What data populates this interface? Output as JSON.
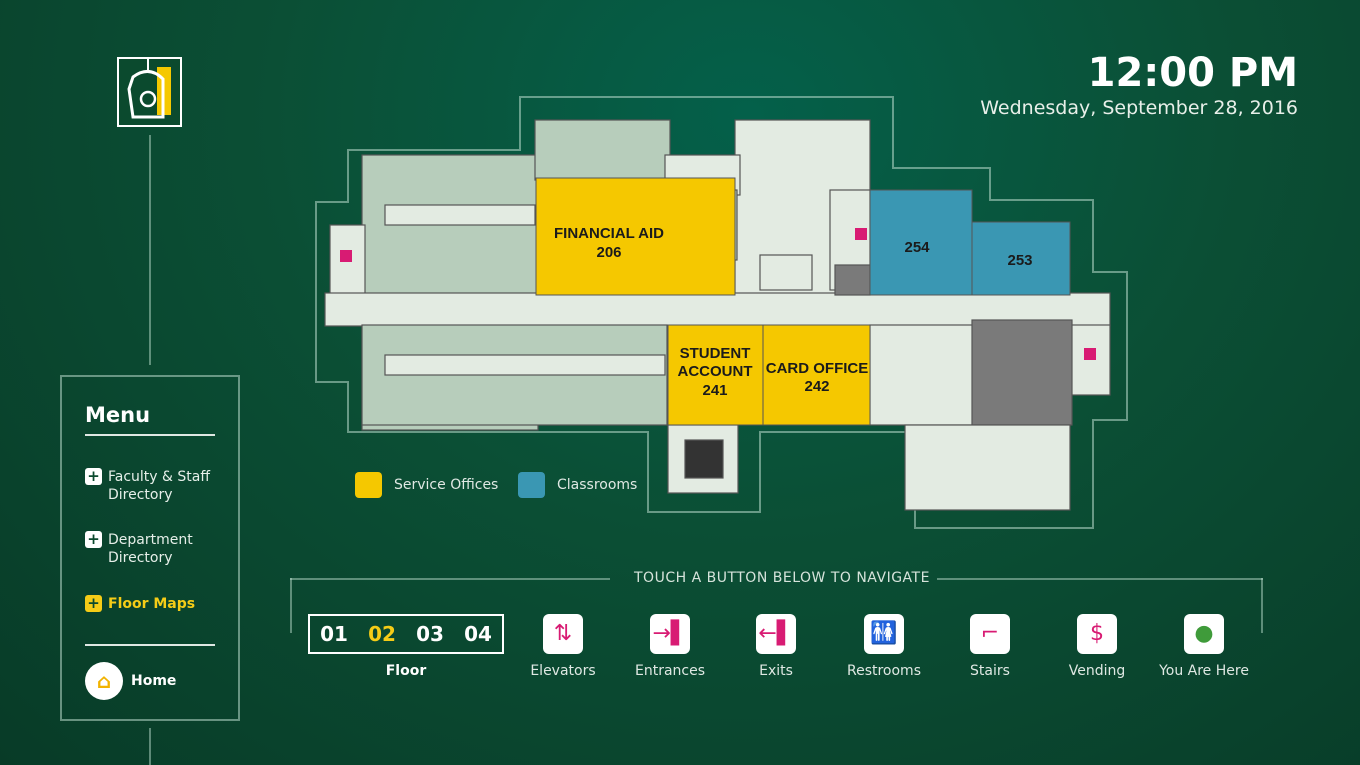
{
  "header": {
    "time": "12:00 PM",
    "date": "Wednesday, September 28, 2016"
  },
  "menu": {
    "title": "Menu",
    "items": [
      {
        "label": "Faculty & Staff Directory",
        "line1": "Faculty & Staff",
        "line2": "Directory",
        "active": false
      },
      {
        "label": "Department Directory",
        "line1": "Department",
        "line2": "Directory",
        "active": false
      },
      {
        "label": "Floor Maps",
        "line1": "Floor Maps",
        "line2": "",
        "active": true
      }
    ],
    "home": "Home"
  },
  "map": {
    "rooms": {
      "financial_aid": {
        "name": "FINANCIAL AID",
        "num": "206"
      },
      "student_account": {
        "name1": "STUDENT",
        "name2": "ACCOUNT",
        "num": "241"
      },
      "card_office": {
        "name": "CARD OFFICE",
        "num": "242"
      },
      "r254": "254",
      "r253": "253"
    },
    "legend": [
      {
        "label": "Service Offices",
        "color": "#f5c800"
      },
      {
        "label": "Classrooms",
        "color": "#3a97b3"
      }
    ]
  },
  "colors": {
    "room": "#b7cdbb",
    "corridor": "#e3ebe2",
    "service": "#f5c800",
    "classroom": "#3a97b3",
    "accent": "#d81b73",
    "gray": "#7a7a7a"
  },
  "nav": {
    "title": "TOUCH A BUTTON BELOW TO NAVIGATE",
    "floor_label": "Floor",
    "floors": [
      "01",
      "02",
      "03",
      "04"
    ],
    "selected_floor": "02",
    "buttons": [
      {
        "label": "Elevators",
        "icon": "elevator-icon"
      },
      {
        "label": "Entrances",
        "icon": "entrance-icon"
      },
      {
        "label": "Exits",
        "icon": "exit-icon"
      },
      {
        "label": "Restrooms",
        "icon": "restroom-icon"
      },
      {
        "label": "Stairs",
        "icon": "stairs-icon"
      },
      {
        "label": "Vending",
        "icon": "vending-icon"
      },
      {
        "label": "You Are Here",
        "icon": "location-pin-icon"
      }
    ]
  }
}
